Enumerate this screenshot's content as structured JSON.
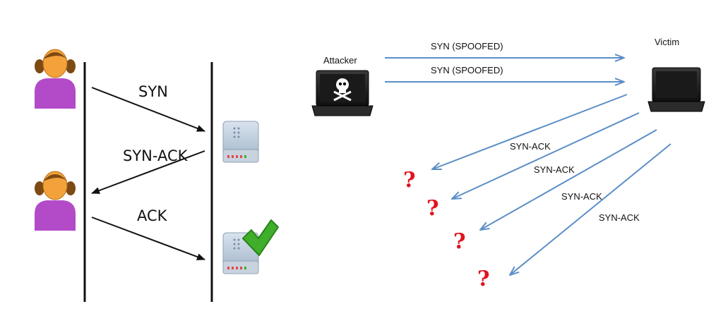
{
  "handshake": {
    "labels": {
      "syn": "SYN",
      "syn_ack": "SYN-ACK",
      "ack": "ACK"
    }
  },
  "flood": {
    "attacker_label": "Attacker",
    "victim_label": "Victim",
    "spoofed_labels": [
      "SYN (SPOOFED)",
      "SYN (SPOOFED)"
    ],
    "reply_labels": [
      "SYN-ACK",
      "SYN-ACK",
      "SYN-ACK",
      "SYN-ACK"
    ],
    "unknown_marks": [
      "?",
      "?",
      "?",
      "?"
    ]
  },
  "colors": {
    "arrow_blue": "#5b8ec6",
    "arrow_black": "#111111",
    "person_body": "#b34bc9",
    "person_face": "#f3a13a",
    "question_red": "#e0141e",
    "check_green": "#3fae2a"
  }
}
